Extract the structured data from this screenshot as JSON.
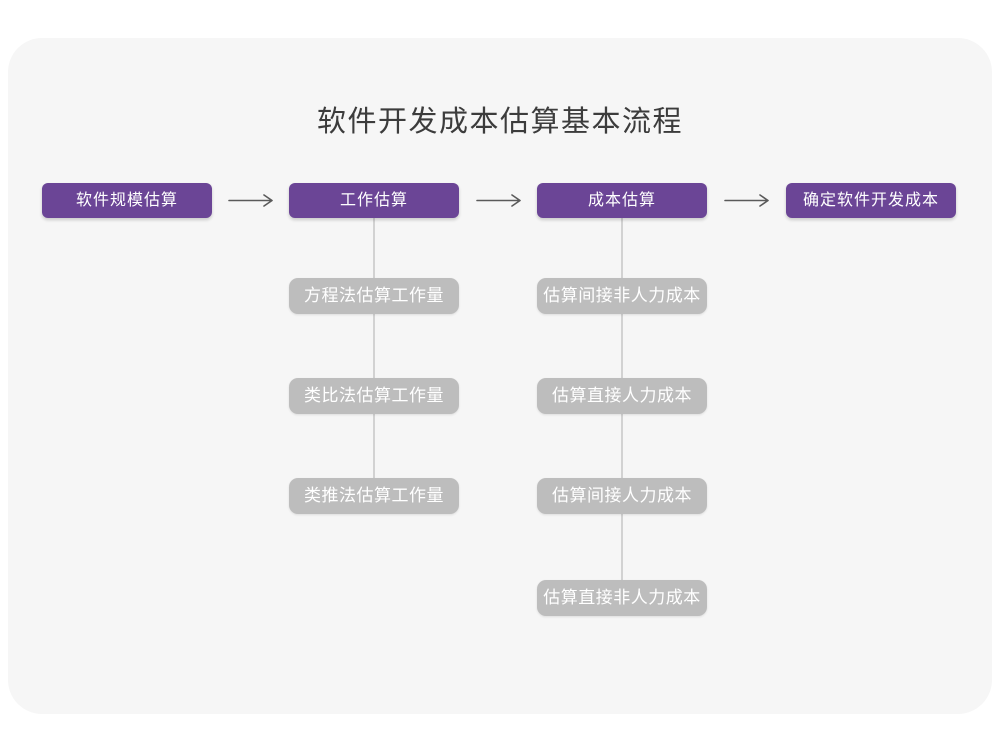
{
  "title": "软件开发成本估算基本流程",
  "diagram": {
    "type": "flowchart",
    "direction": "left-to-right with vertical sub-steps"
  },
  "stages": [
    {
      "label": "软件规模估算"
    },
    {
      "label": "工作估算"
    },
    {
      "label": "成本估算"
    },
    {
      "label": "确定软件开发成本"
    }
  ],
  "substeps": {
    "work_estimation": [
      "方程法估算工作量",
      "类比法估算工作量",
      "类推法估算工作量"
    ],
    "cost_estimation": [
      "估算间接非人力成本",
      "估算直接人力成本",
      "估算间接人力成本",
      "估算直接非人力成本"
    ]
  },
  "icons": {
    "arrow_right": "→"
  },
  "colors": {
    "page_background": "#ffffff",
    "canvas_background": "#f6f6f6",
    "stage_fill": "#6b4596",
    "stage_text": "#ffffff",
    "substep_fill": "#bdbdbd",
    "substep_text": "#ffffff",
    "connector_line": "#d2d2d2",
    "arrow_stroke": "#5a5a5a",
    "title_text": "#3c3c3c"
  }
}
